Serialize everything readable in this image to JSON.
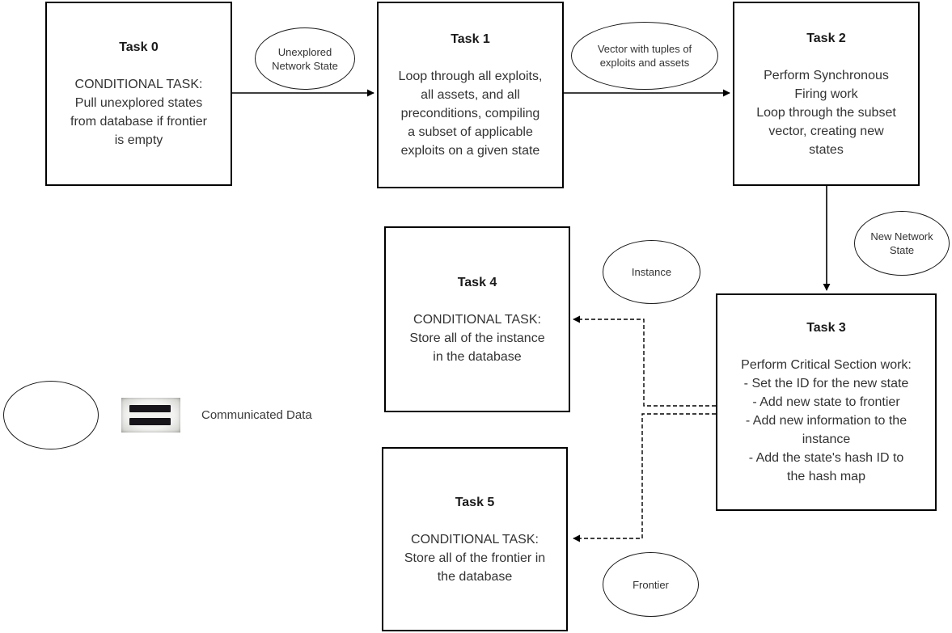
{
  "colors": {
    "line": "#000000",
    "box_border": "#000000",
    "text": "#333333",
    "equals_bar": "#17141a"
  },
  "tasks": [
    {
      "title": "Task 0",
      "body": "CONDITIONAL TASK:\nPull unexplored states\nfrom database if frontier\nis empty"
    },
    {
      "title": "Task 1",
      "body": "Loop through all exploits,\nall assets, and all\npreconditions, compiling\na subset of applicable\nexploits on a given state"
    },
    {
      "title": "Task 2",
      "body": "Perform Synchronous\nFiring work\nLoop through the subset\nvector, creating new\nstates"
    },
    {
      "title": "Task 3",
      "body": "Perform Critical Section work:\n- Set the ID for the new state\n- Add new state to frontier\n- Add new information to the\ninstance\n- Add the state's hash ID to\nthe hash map"
    },
    {
      "title": "Task 4",
      "body": "CONDITIONAL TASK:\nStore all of the instance\nin the database"
    },
    {
      "title": "Task 5",
      "body": "CONDITIONAL TASK:\nStore all of the frontier in\nthe database"
    }
  ],
  "data_ellipses": [
    {
      "label": "Unexplored\nNetwork State"
    },
    {
      "label": "Vector with tuples of\nexploits and assets"
    },
    {
      "label": "New Network\nState"
    },
    {
      "label": "Instance"
    },
    {
      "label": "Frontier"
    }
  ],
  "legend": {
    "ellipse_symbol": "empty-ellipse",
    "equals_symbol": "equals-sign",
    "label": "Communicated Data"
  }
}
